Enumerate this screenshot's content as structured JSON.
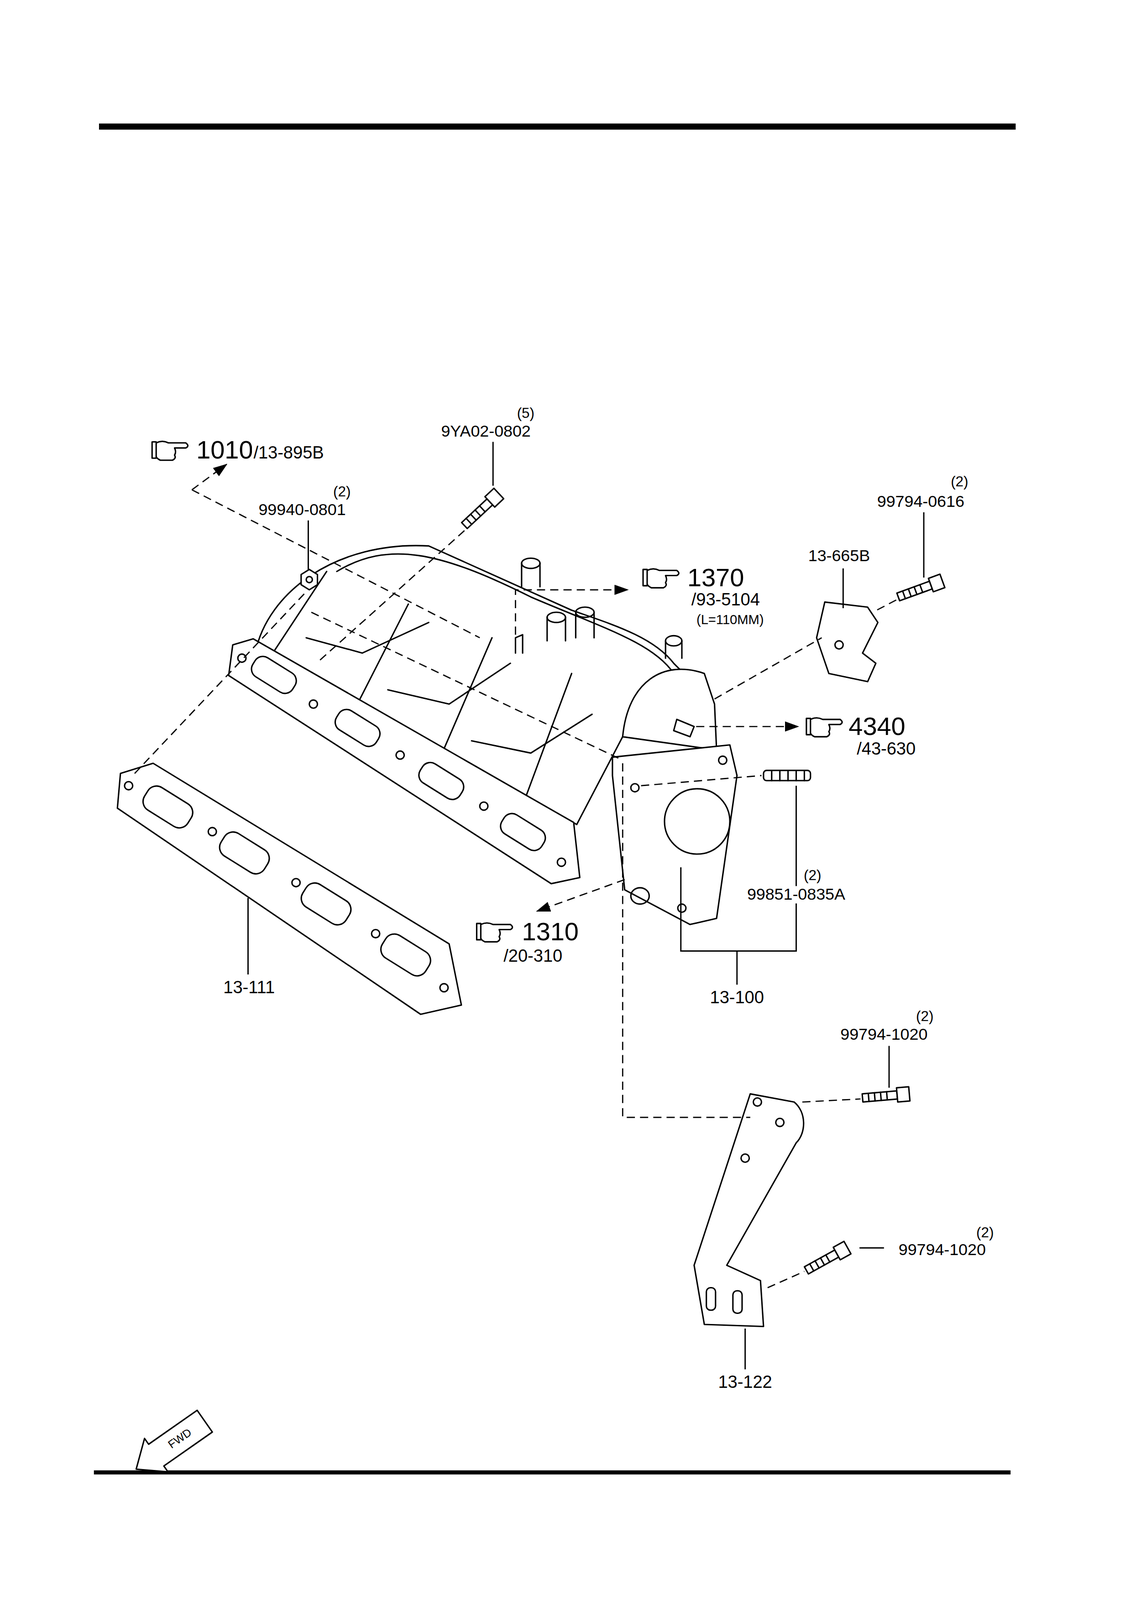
{
  "diagram": {
    "labels": [
      "1010",
      "/13-895B",
      "(5)",
      "9YA02-0802",
      "(2)",
      "99940-0801",
      "(2)",
      "99794-0616",
      "13-665B",
      "1370",
      "/93-5104",
      "(L=110MM)",
      "4340",
      "/43-630",
      "(2)",
      "99851-0835A",
      "1310",
      "/20-310",
      "13-111",
      "13-100",
      "(2)",
      "99794-1020",
      "(2)",
      "99794-1020",
      "13-122",
      "FWD"
    ]
  }
}
